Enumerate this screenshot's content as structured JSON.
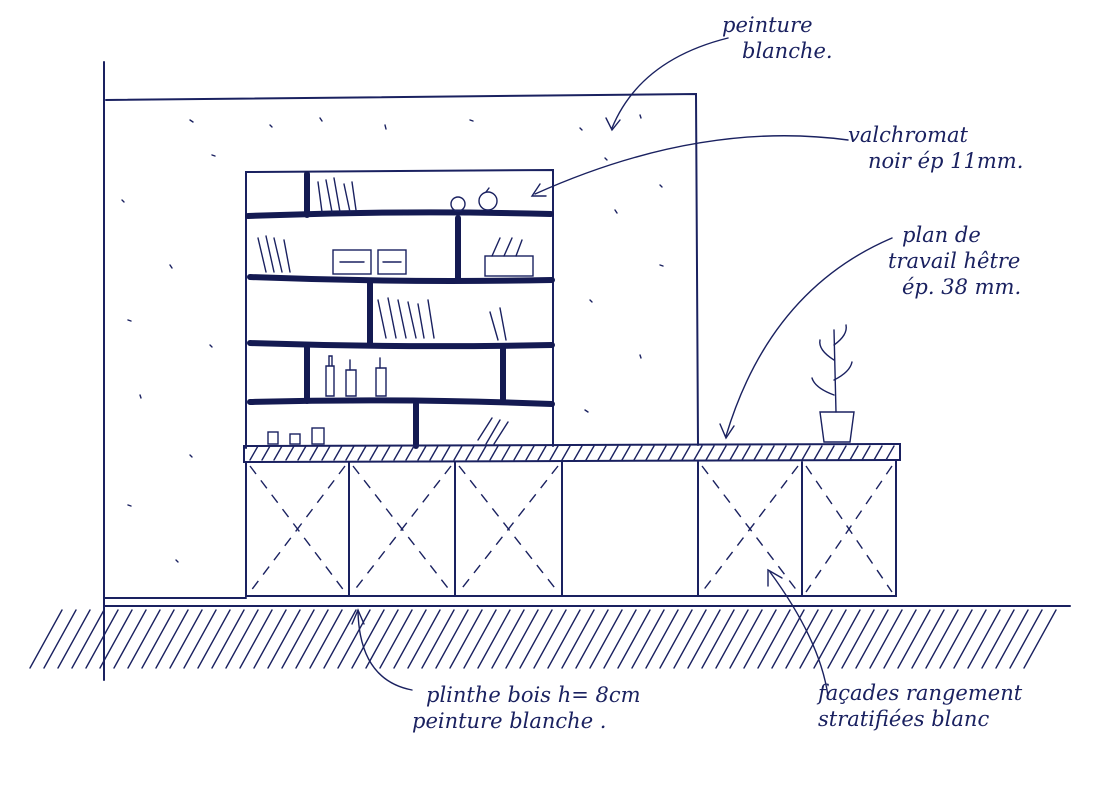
{
  "annotations": {
    "wall_paint": {
      "line1": "peinture",
      "line2": "blanche."
    },
    "shelves": {
      "line1": "valchromat",
      "line2": "noir ép 11mm."
    },
    "worktop": {
      "line1": "plan de",
      "line2": "travail hêtre",
      "line3": "ép. 38 mm."
    },
    "plinth": {
      "line1": "plinthe bois h= 8cm",
      "line2": "peinture blanche ."
    },
    "facades": {
      "line1": "façades rangement",
      "line2": "stratifiées blanc"
    }
  },
  "colors": {
    "ink": "#1a2160",
    "paper": "#ffffff"
  }
}
